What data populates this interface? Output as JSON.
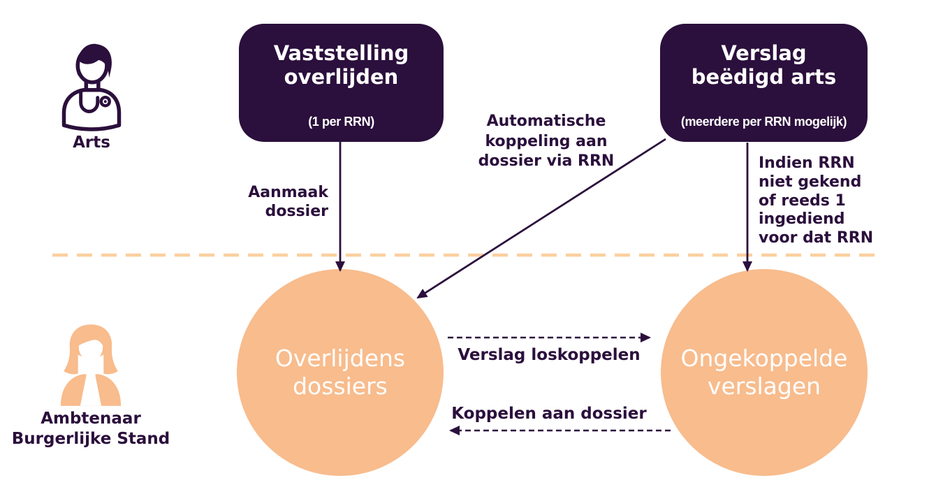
{
  "colors": {
    "purple": "#2b0f3c",
    "orange": "#f8bc8d",
    "divider": "#fbcf9e"
  },
  "actors": {
    "arts": {
      "label": "Arts"
    },
    "ambtenaar": {
      "label": "Ambtenaar Burgerlijke Stand"
    }
  },
  "boxes": {
    "vaststelling": {
      "title": "Vaststelling overlijden",
      "subtitle": "(1 per RRN)"
    },
    "verslag": {
      "title": "Verslag beëdigd arts",
      "subtitle": "(meerdere per RRN mogelijk)"
    }
  },
  "circles": {
    "dossiers": {
      "label": "Overlijdens dossiers"
    },
    "verslagen": {
      "label": "Ongekoppelde verslagen"
    }
  },
  "edge_labels": {
    "aanmaak": "Aanmaak dossier",
    "automatische": "Automatische koppeling aan dossier via RRN",
    "indien": "Indien RRN niet gekend of reeds 1 ingediend voor dat RRN",
    "loskoppelen": "Verslag loskoppelen",
    "koppelen": "Koppelen aan dossier"
  }
}
